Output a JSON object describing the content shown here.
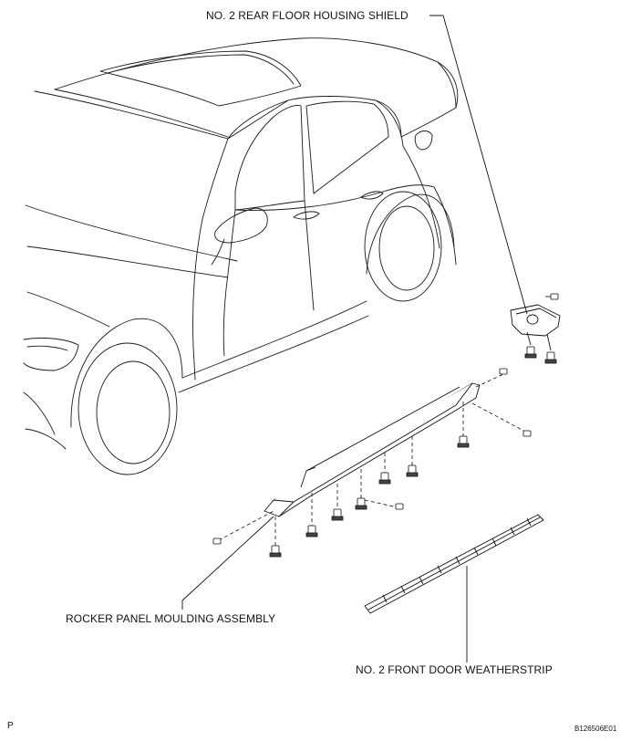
{
  "labels": {
    "rear_floor_housing_shield": "NO. 2 REAR FLOOR HOUSING SHIELD",
    "rocker_panel_moulding": "ROCKER PANEL MOULDING ASSEMBLY",
    "front_door_weatherstrip": "NO. 2 FRONT DOOR WEATHERSTRIP"
  },
  "corner_marks": {
    "left": "P",
    "right": "B126506E01"
  }
}
